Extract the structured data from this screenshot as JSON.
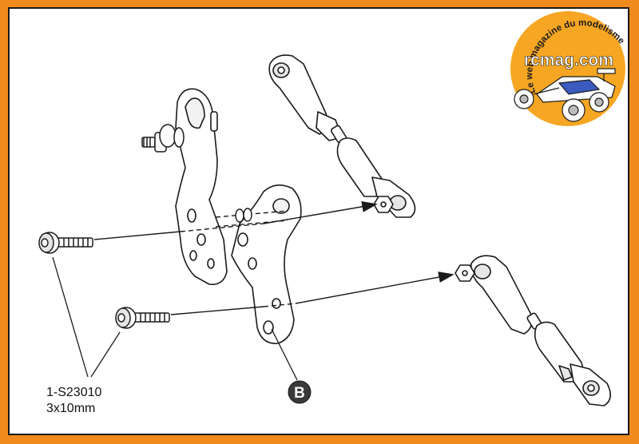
{
  "callout": {
    "part_number": "1-S23010",
    "size": "3x10mm"
  },
  "marker": {
    "letter": "B"
  },
  "logo": {
    "arc_text": "Le web magazine du modelisme",
    "brand": "rcmag.com"
  },
  "colors": {
    "frame": "#f08a1c",
    "logo_bg": "#f6a623",
    "line": "#1a1a1a",
    "part_fill": "#ffffff",
    "part_shade": "#e6e6e6"
  }
}
